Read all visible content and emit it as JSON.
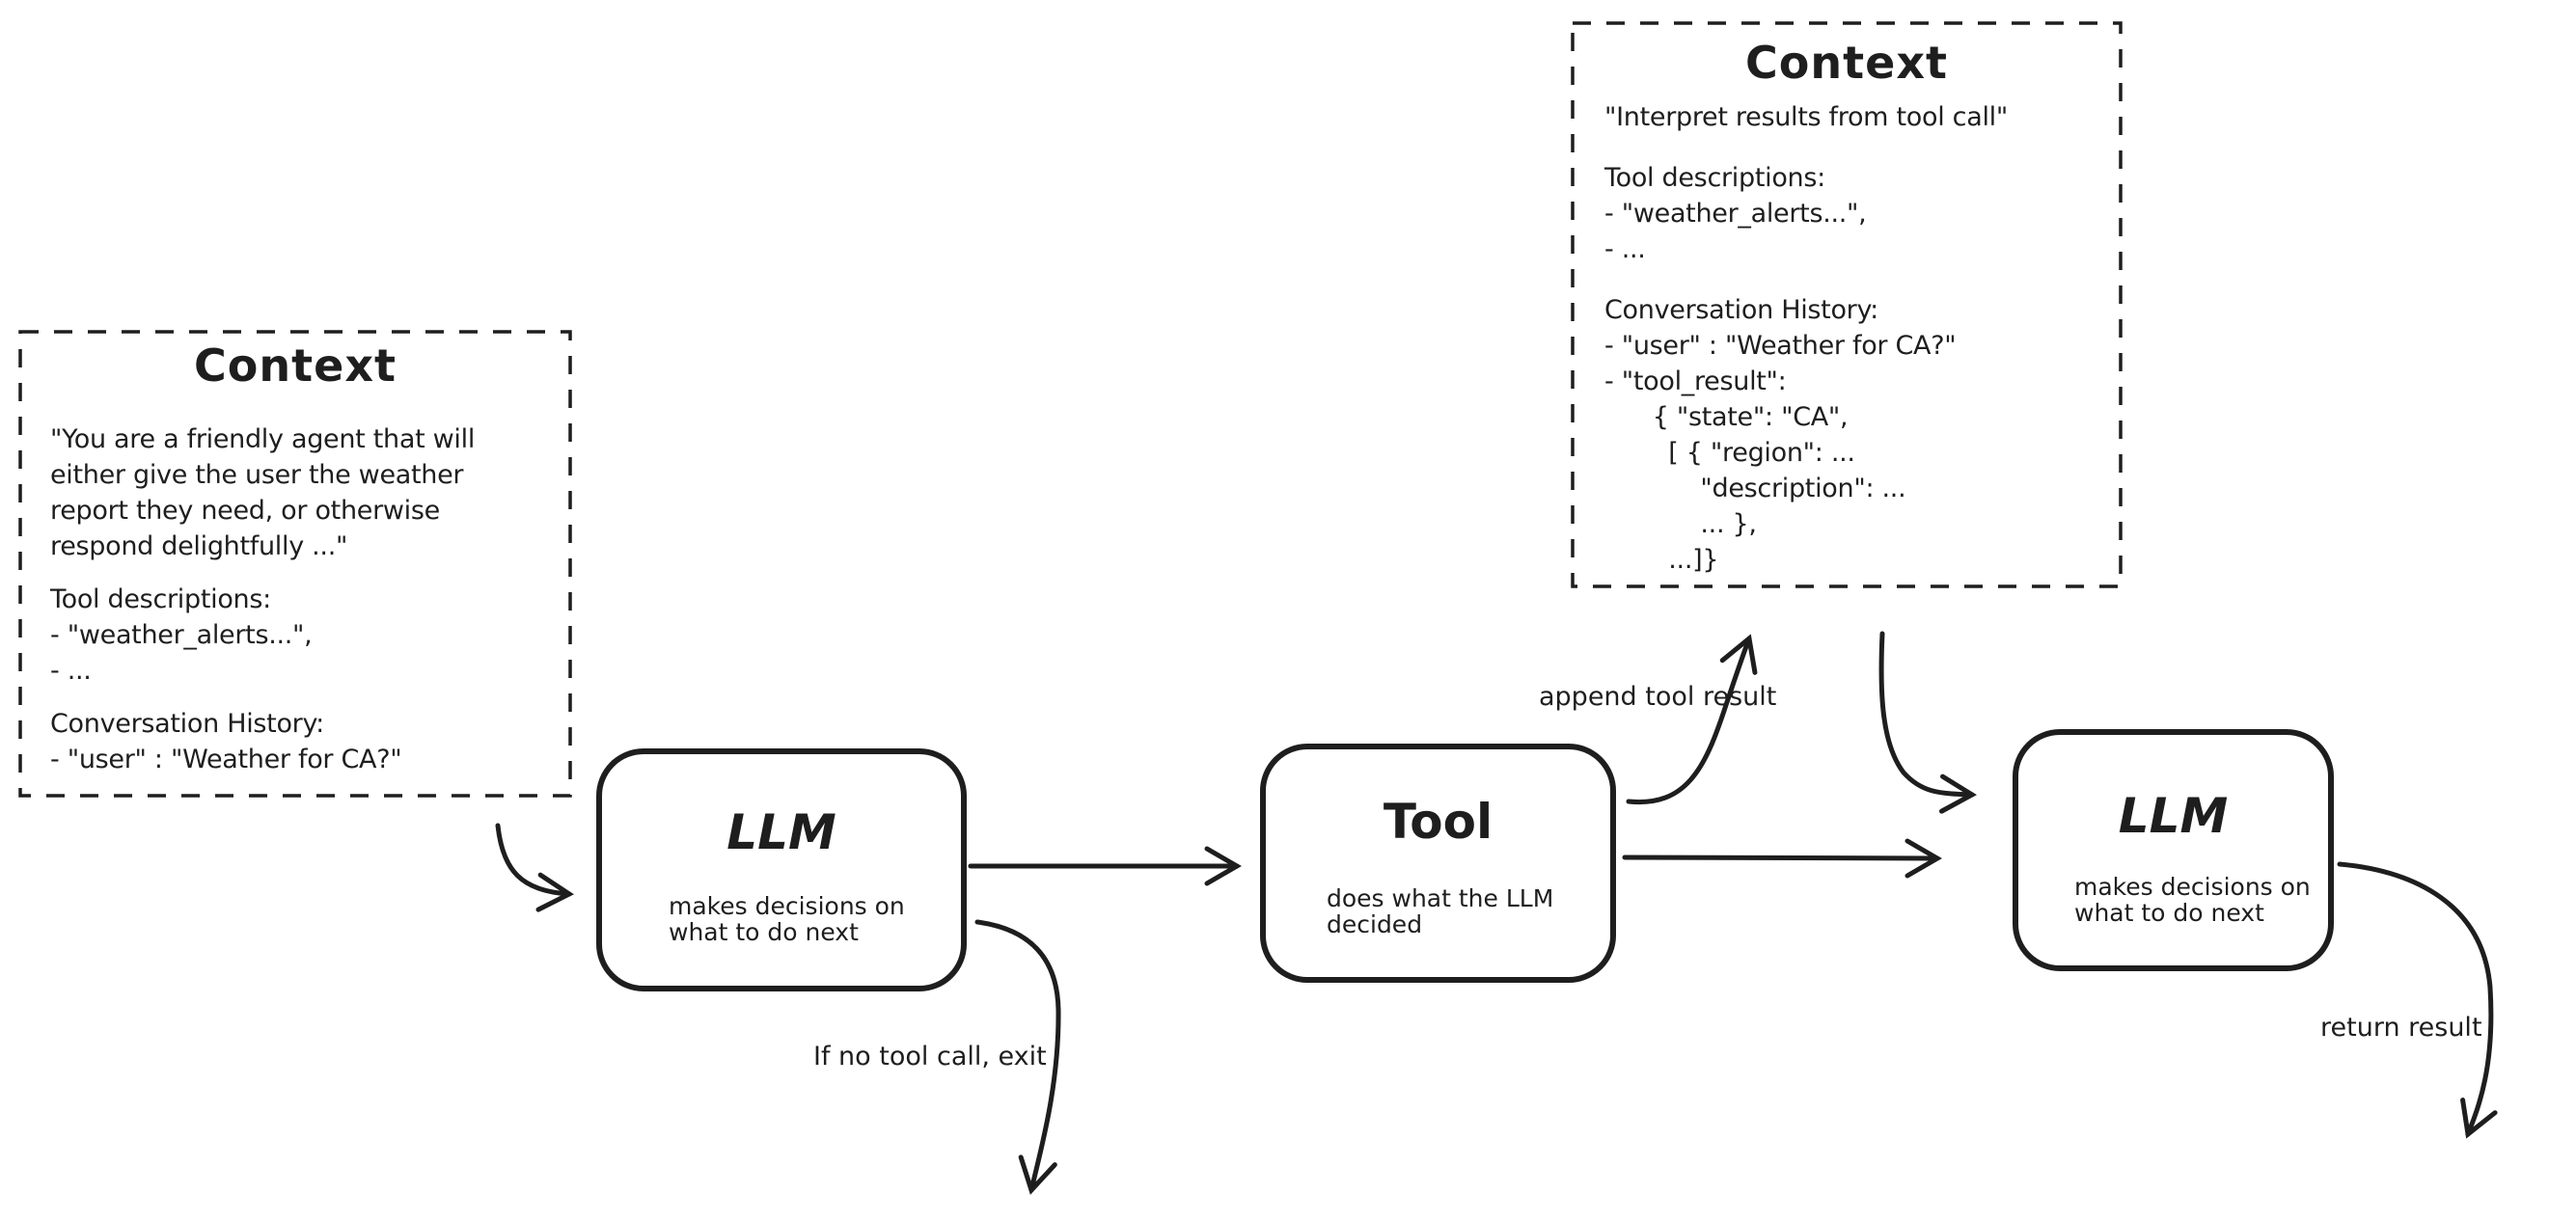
{
  "palette": {
    "ink": "#1e1e1e",
    "background": "#ffffff"
  },
  "context_left": {
    "title": "Context",
    "lines": [
      "\"You are a friendly agent that will",
      "either give the user the weather",
      "report they need, or otherwise",
      "respond delightfully ...\"",
      "",
      "Tool descriptions:",
      "- \"weather_alerts...\",",
      "- ...",
      "",
      "Conversation History:",
      "- \"user\" : \"Weather for CA?\""
    ]
  },
  "context_right": {
    "title": "Context",
    "lines": [
      "\"Interpret results from tool call\"",
      "",
      "Tool descriptions:",
      "- \"weather_alerts...\",",
      "- ...",
      "",
      "Conversation History:",
      "- \"user\" : \"Weather for CA?\"",
      "- \"tool_result\":",
      "      { \"state\": \"CA\",",
      "        [ { \"region\": ...",
      "            \"description\": ...",
      "            ... },",
      "        ...]}"
    ]
  },
  "nodes": {
    "llm_first": {
      "title": "LLM",
      "description_lines": [
        "makes decisions on",
        "what to do next"
      ]
    },
    "tool": {
      "title": "Tool",
      "description_lines": [
        "does what the LLM",
        "decided"
      ]
    },
    "llm_second": {
      "title": "LLM",
      "description_lines": [
        "makes decisions on",
        "what to do next"
      ]
    }
  },
  "edge_labels": {
    "append_tool_result": "append tool result",
    "no_tool_call_exit": "If no tool call, exit",
    "return_result": "return result"
  }
}
